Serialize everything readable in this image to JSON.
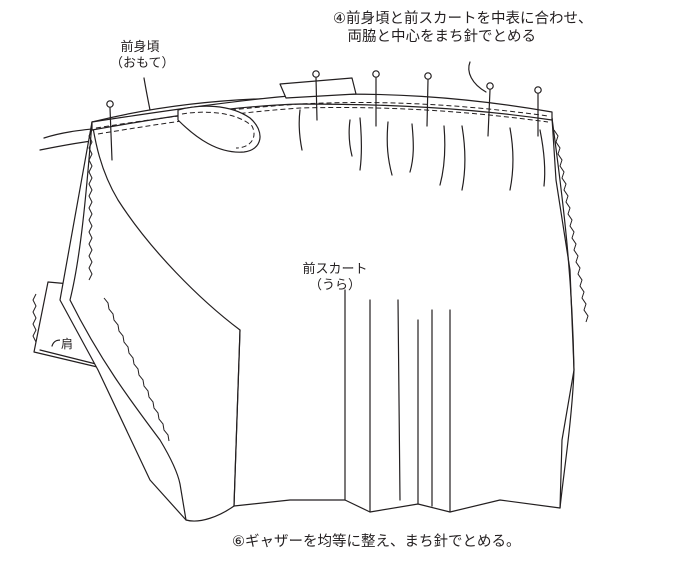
{
  "labels": {
    "bodice": "前身頃\n（おもて）",
    "skirt": "前スカート\n（うら）",
    "shoulder": "肩",
    "step4": "④前身頃と前スカートを中表に合わせ、\n　両脇と中心をまち針でとめる",
    "step6": "⑥ギャザーを均等に整え、まち針でとめる。"
  },
  "colors": {
    "line": "#231f20",
    "background": "#ffffff"
  }
}
